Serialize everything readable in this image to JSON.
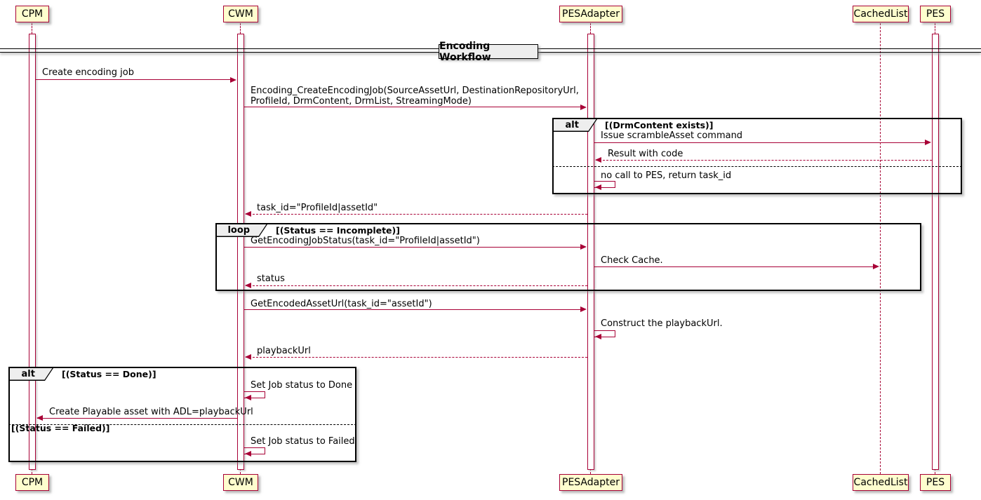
{
  "diagram": {
    "title": "Encoding Workflow",
    "participants": {
      "cpm": "CPM",
      "cwm": "CWM",
      "pesadapter": "PESAdapter",
      "cachedlist": "CachedList",
      "pes": "PES"
    },
    "messages": {
      "create_job": "Create encoding job",
      "create_encoding_job": "Encoding_CreateEncodingJob(SourceAssetUrl, DestinationRepositoryUrl,\nProfileId, DrmContent, DrmList, StreamingMode)",
      "issue_scramble": "Issue scrambleAsset command",
      "result_with_code": "Result with code",
      "no_call_pes": "no call to PES, return task_id",
      "task_id": "task_id=\"ProfileId|assetId\"",
      "get_status": "GetEncodingJobStatus(task_id=\"ProfileId|assetId\")",
      "check_cache": "Check Cache.",
      "status": "status",
      "get_encoded_url": "GetEncodedAssetUrl(task_id=\"assetId\")",
      "construct_playback": "Construct the playbackUrl.",
      "playback_url": "playbackUrl",
      "set_done": "Set Job status to Done",
      "create_playable": "Create Playable asset with ADL=playbackUrl",
      "set_failed": "Set Job status to Failed"
    },
    "fragments": {
      "alt_drm": {
        "keyword": "alt",
        "condition": "[(DrmContent exists)]"
      },
      "loop_status": {
        "keyword": "loop",
        "condition": "[(Status == Incomplete)]"
      },
      "alt_done": {
        "keyword": "alt",
        "condition": "[(Status == Done)]",
        "else_condition": "[(Status == Failed)]"
      }
    },
    "colors": {
      "participant_fill": "#FEFECE",
      "line": "#A80036",
      "frame_border": "#000000",
      "label_fill": "#EEEEEE"
    }
  }
}
